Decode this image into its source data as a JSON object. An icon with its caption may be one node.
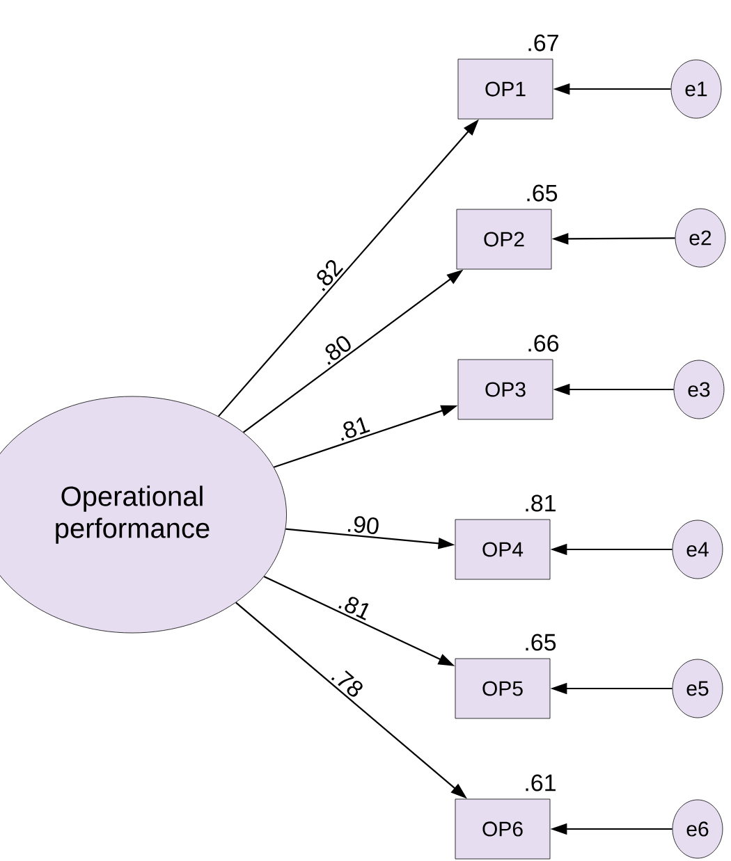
{
  "diagram": {
    "nodes": [
      {
        "text": [
          "Operational performance"
        ]
      },
      {
        "text": [
          "OP1"
        ],
        "beside": [
          ".67"
        ]
      },
      {
        "text": [
          "OP2"
        ],
        "beside": [
          ".65"
        ]
      },
      {
        "text": [
          "OP3"
        ],
        "beside": [
          ".66"
        ]
      },
      {
        "text": [
          "OP4"
        ],
        "beside": [
          ".81"
        ]
      },
      {
        "text": [
          "OP5"
        ],
        "beside": [
          ".65"
        ]
      },
      {
        "text": [
          "OP6"
        ],
        "beside": [
          ".61"
        ]
      },
      {
        "text": [
          "e1"
        ]
      },
      {
        "text": [
          "e2"
        ]
      },
      {
        "text": [
          "e3"
        ]
      },
      {
        "text": [
          "e4"
        ]
      },
      {
        "text": [
          "e5"
        ]
      },
      {
        "text": [
          "e6"
        ]
      }
    ],
    "edges": [
      {
        "from": 0,
        "to": 1,
        "arrow": "to",
        "label": ".82"
      },
      {
        "from": 0,
        "to": 2,
        "arrow": "to",
        "label": ".80"
      },
      {
        "from": 0,
        "to": 3,
        "arrow": "to",
        "label": ".81"
      },
      {
        "from": 0,
        "to": 4,
        "arrow": "to",
        "label": ".90"
      },
      {
        "from": 0,
        "to": 5,
        "arrow": "to",
        "label": ".81"
      },
      {
        "from": 0,
        "to": 6,
        "arrow": "to",
        "label": ".78"
      },
      {
        "from": 7,
        "to": 1,
        "arrow": "to"
      },
      {
        "from": 8,
        "to": 2,
        "arrow": "to"
      },
      {
        "from": 9,
        "to": 3,
        "arrow": "to"
      },
      {
        "from": 10,
        "to": 4,
        "arrow": "to"
      },
      {
        "from": 11,
        "to": 5,
        "arrow": "to"
      },
      {
        "from": 12,
        "to": 6,
        "arrow": "to"
      }
    ]
  }
}
